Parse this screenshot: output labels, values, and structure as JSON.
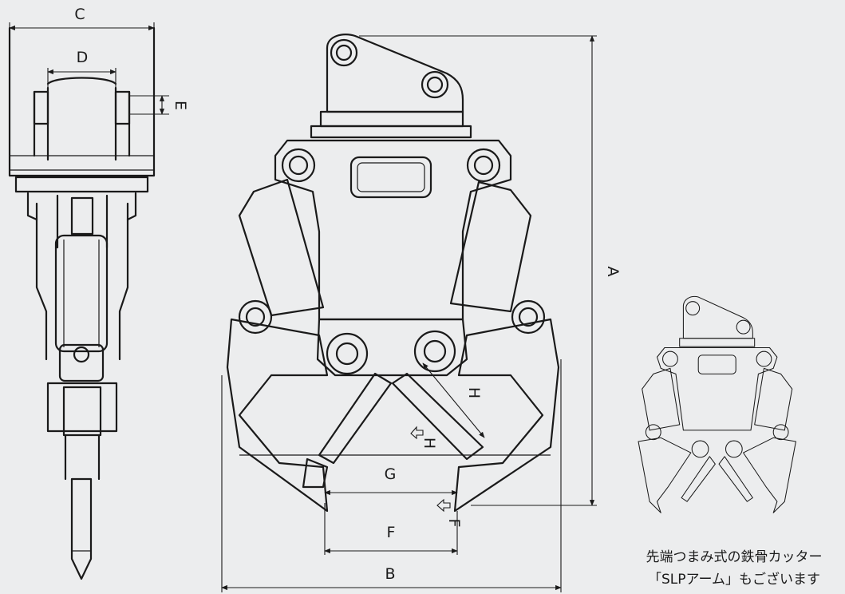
{
  "labels": {
    "A": "A",
    "B": "B",
    "C": "C",
    "D": "D",
    "E": "E",
    "F": "F",
    "G": "G",
    "H": "H",
    "F_arrow": "F",
    "H_arrow": "H"
  },
  "caption": {
    "line1": "先端つまみ式の鉄骨カッター",
    "line2": "「SLPアーム」もございます"
  },
  "colors": {
    "background": "#ecedee",
    "line": "#1a1a1a"
  }
}
